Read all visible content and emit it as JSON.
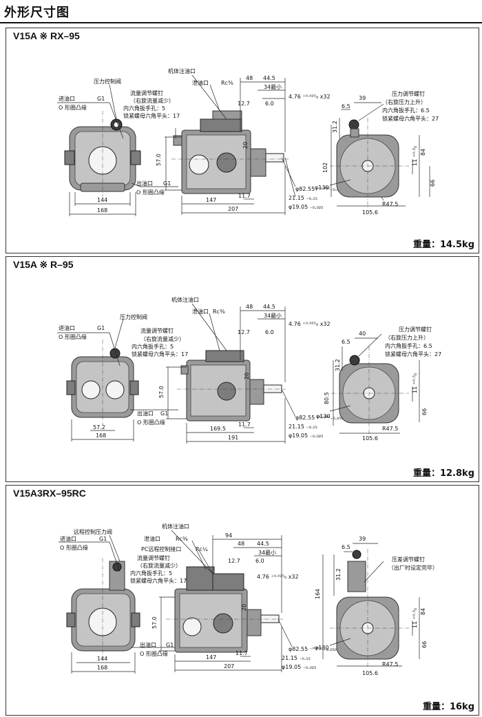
{
  "page_title": "外形尺寸图",
  "panels": [
    {
      "title": "V15A ※ RX–95",
      "weight": "重量：14.5kg",
      "left_labels": {
        "control_valve": "压力控制阀",
        "inlet": "进油口",
        "inlet_size": "G1",
        "inlet_flange": "O 形圈凸缘",
        "outlet": "出油口",
        "outlet_size": "G1",
        "outlet_flange": "O 形圈凸缘",
        "dim_144": "144",
        "dim_168": "168"
      },
      "mid_labels": {
        "fill_port": "机体注油口",
        "drain_port": "泄油口",
        "drain_size": "Rc⅜",
        "flow_screw": "流量调节螺钉",
        "flow_note": "（右旋流量减少）",
        "hex_wrench": "内六角扳手孔：5",
        "lock_nut": "锁紧螺母六角平头：17",
        "dim_48": "48",
        "dim_44_5": "44.5",
        "dim_34": "34最小",
        "dim_12_7": "12.7",
        "dim_6_0": "6.0",
        "key": "4.76 ⁺⁰·⁰²⁵₀ x32",
        "dim_57": "57.0",
        "dim_20": "20",
        "dim_11_7": "11.7",
        "dim_147": "147",
        "dim_207": "207",
        "dim_82_55": "φ82.55 ⁻⁰·⁰³⁰₋₀.₀₅₀",
        "dim_21_15": "21.15 ₋₀.₁₅",
        "dim_19_05": "φ19.05 ₋₀.₀₂₅"
      },
      "right_labels": {
        "pressure_screw": "压力调节螺钉",
        "pressure_note": "（右旋压力上升）",
        "hex_wrench": "内六角扳手孔：6.5",
        "lock_nut": "锁紧螺母六角平头：27",
        "dim_39": "39",
        "dim_6_5": "6.5",
        "dim_31_2": "31.2",
        "dim_102": "102",
        "dim_84": "84",
        "dim_11": "11 ⁺⁰·³₀",
        "dim_66": "66",
        "dim_130": "φ130",
        "dim_r47_5": "R47.5",
        "dim_105_6": "105.6"
      }
    },
    {
      "title": "V15A ※ R–95",
      "weight": "重量：12.8kg",
      "left_labels": {
        "control_valve": "压力控制阀",
        "inlet": "进油口",
        "inlet_size": "G1",
        "inlet_flange": "O 形圈凸缘",
        "outlet": "出油口",
        "outlet_size": "G1",
        "outlet_flange": "O 形圈凸缘",
        "dim_57_2": "57.2",
        "dim_168": "168"
      },
      "mid_labels": {
        "fill_port": "机体注油口",
        "drain_port": "泄油口",
        "drain_size": "Rc⅜",
        "flow_screw": "流量调节螺钉",
        "flow_note": "（右旋流量减少）",
        "hex_wrench": "内六角扳手孔：5",
        "lock_nut": "锁紧螺母六角平头：17",
        "dim_48": "48",
        "dim_44_5": "44.5",
        "dim_34": "34最小",
        "dim_12_7": "12.7",
        "dim_6_0": "6.0",
        "key": "4.76 ⁺⁰·⁰²⁵₀ x32",
        "dim_57": "57.0",
        "dim_20": "20",
        "dim_11_7": "11.7",
        "dim_169_5": "169.5",
        "dim_191": "191",
        "dim_82_55": "φ82.55 ⁻⁰·⁰³⁰₋₀.₀₅₀",
        "dim_21_15": "21.15 ₋₀.₁₅",
        "dim_19_05": "φ19.05 ₋₀.₀₂₅"
      },
      "right_labels": {
        "pressure_screw": "压力调节螺钉",
        "pressure_note": "（右旋压力上升）",
        "hex_wrench": "内六角扳手孔：6.5",
        "lock_nut": "锁紧螺母六角平头：27",
        "dim_40": "40",
        "dim_6_5": "6.5",
        "dim_31_2": "31.2",
        "dim_80_5": "80.5",
        "dim_11": "11 ⁺⁰·³₀",
        "dim_66": "66",
        "dim_130": "φ130",
        "dim_r47_5": "R47.5",
        "dim_105_6": "105.6"
      }
    },
    {
      "title": "V15A3RX–95RC",
      "weight": "重量：16kg",
      "left_labels": {
        "control_valve": "远程控制压力阀",
        "inlet": "进油口",
        "inlet_size": "G1",
        "inlet_flange": "O 形圈凸缘",
        "outlet": "出油口",
        "outlet_size": "G1",
        "outlet_flange": "O 形圈凸缘",
        "dim_144": "144",
        "dim_168": "168"
      },
      "mid_labels": {
        "fill_port": "机体注油口",
        "drain_port": "泄油口",
        "drain_size": "Rc⅜",
        "pc_port": "PC远程控制接口",
        "pc_size": "Rc¼",
        "flow_screw": "流量调节螺钉",
        "flow_note": "（右旋流量减少）",
        "hex_wrench": "内六角扳手孔：5",
        "lock_nut": "锁紧螺母六角平头：17",
        "dim_94": "94",
        "dim_48": "48",
        "dim_44_5": "44.5",
        "dim_34": "34最小",
        "dim_12_7": "12.7",
        "dim_6_0": "6.0",
        "key": "4.76 ⁺⁰·⁰²⁵₀ x32",
        "dim_57": "57.0",
        "dim_20": "20",
        "dim_11_7": "11.7",
        "dim_147": "147",
        "dim_207": "207",
        "dim_82_55": "φ82.55 ⁻⁰·⁰³⁰₋₀.₀₅₀",
        "dim_21_15": "21.15 ₋₀.₁₅",
        "dim_19_05": "φ19.05 ₋₀.₀₂₅"
      },
      "right_labels": {
        "pressure_screw": "压差调节螺钉",
        "pressure_note": "（出厂时设定完毕）",
        "dim_39": "39",
        "dim_6_5": "6.5",
        "dim_31_2": "31.2",
        "dim_164": "164",
        "dim_84": "84",
        "dim_11": "11 ⁺⁰·³₀",
        "dim_66": "66",
        "dim_130": "φ130",
        "dim_r47_5": "R47.5",
        "dim_105_6": "105.6"
      }
    }
  ]
}
